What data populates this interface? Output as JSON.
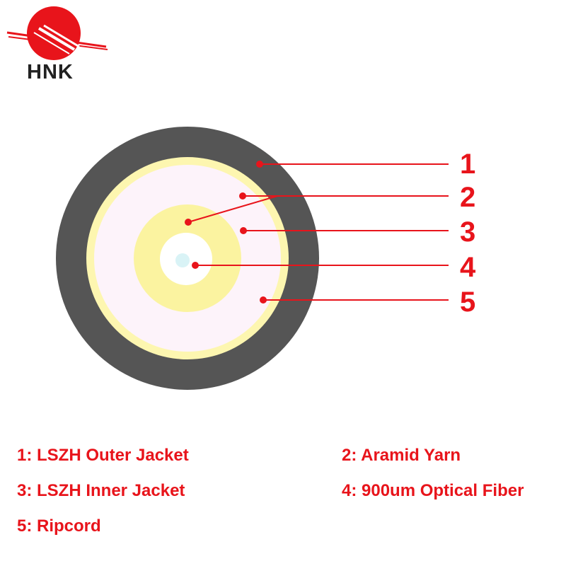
{
  "logo": {
    "text": "HNK",
    "brand_color": "#e8141b",
    "text_color": "#222222"
  },
  "diagram": {
    "colors": {
      "outer_jacket": "#555555",
      "aramid_yarn": "#fdf6b0",
      "inner_jacket": "#fdf3fa",
      "fiber_buffer": "#fbf3a0",
      "fiber_core": "#d9f3f6",
      "callout": "#e8141b"
    },
    "callouts": [
      "1",
      "2",
      "3",
      "4",
      "5"
    ]
  },
  "legend": {
    "items": [
      "1: LSZH Outer Jacket",
      "2: Aramid Yarn",
      "3: LSZH Inner Jacket",
      "4: 900um Optical Fiber",
      "5: Ripcord"
    ]
  }
}
